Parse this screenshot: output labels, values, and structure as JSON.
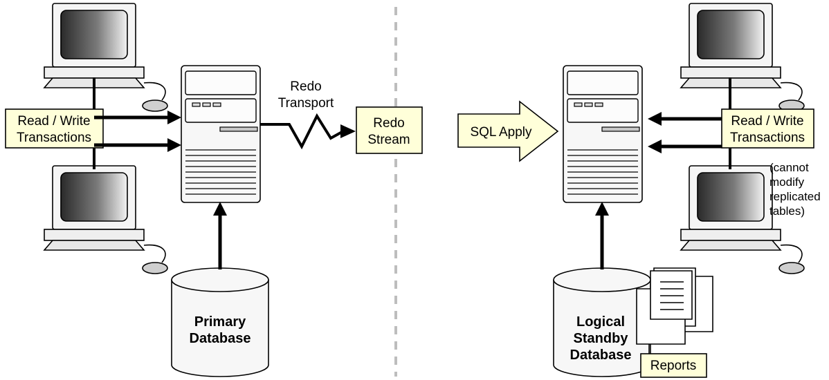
{
  "left": {
    "read_write": [
      "Read / Write",
      "Transactions"
    ],
    "primary_db": [
      "Primary",
      "Database"
    ]
  },
  "transport": {
    "label": [
      "Redo",
      "Transport"
    ],
    "stream": [
      "Redo",
      "Stream"
    ]
  },
  "apply": {
    "label": "SQL Apply"
  },
  "right": {
    "read_write": [
      "Read / Write",
      "Transactions"
    ],
    "note": [
      "(cannot",
      "modify",
      "replicated",
      "tables)"
    ],
    "standby_db": [
      "Logical",
      "Standby",
      "Database"
    ],
    "reports": "Reports"
  },
  "colors": {
    "box_fill": "#ffffd9",
    "arrow_fill": "#ffffd9",
    "divider": "#bdbdbd"
  }
}
